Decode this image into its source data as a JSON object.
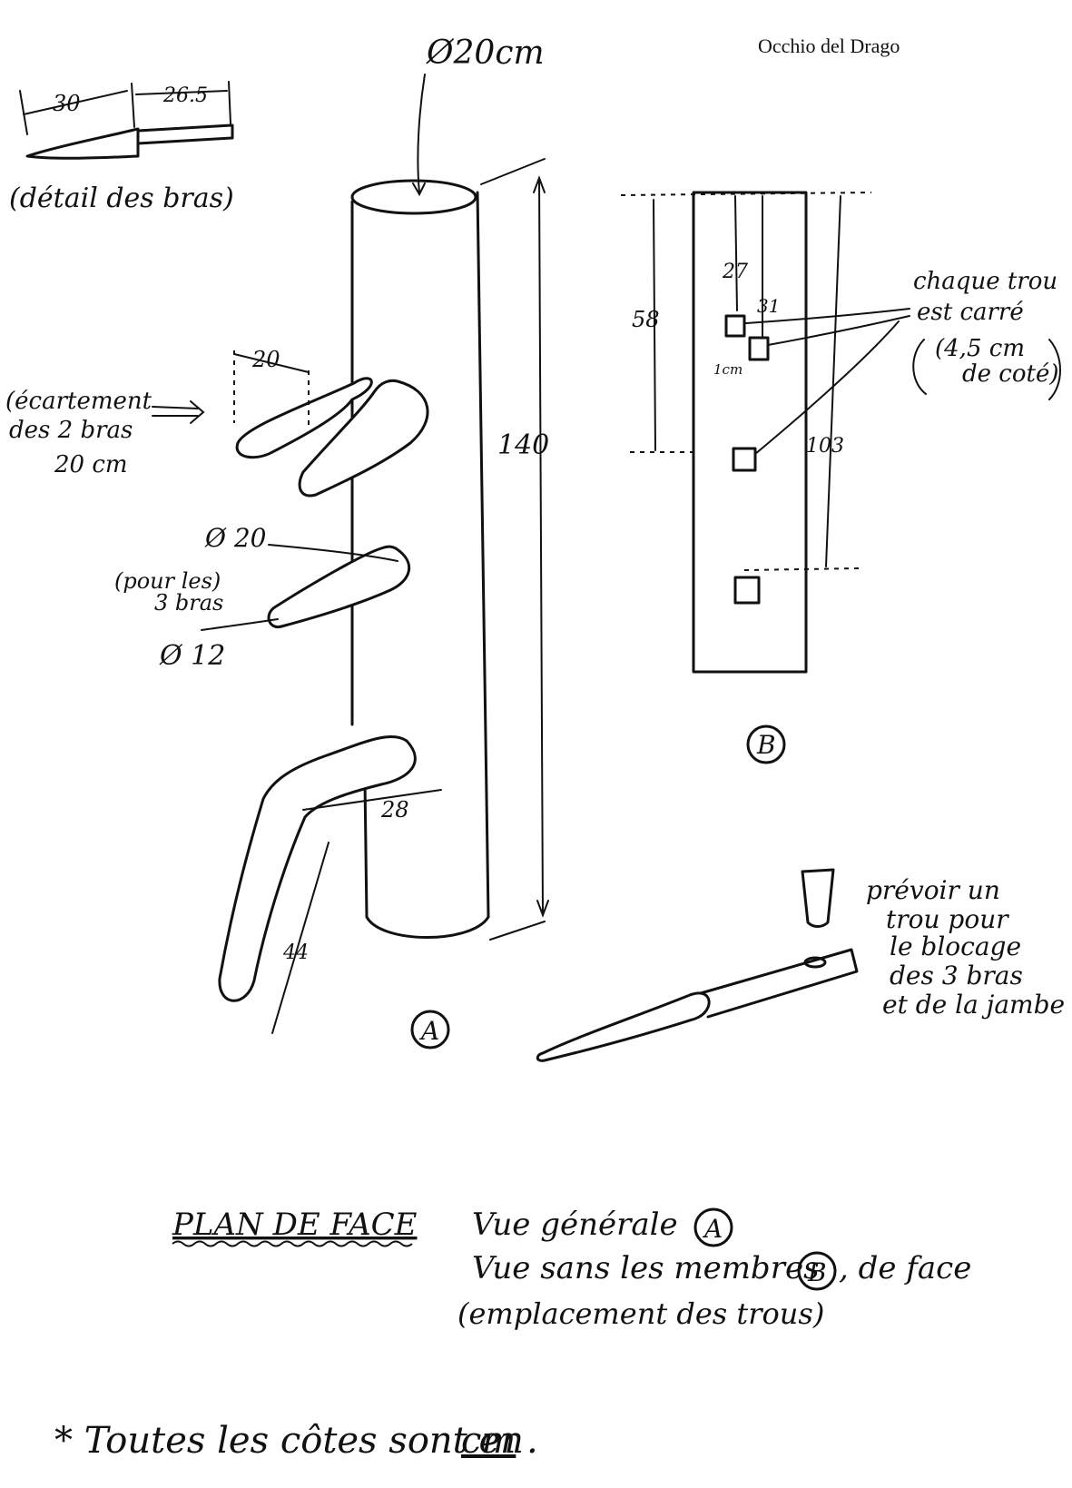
{
  "header": {
    "brand": "Occhio del Drago"
  },
  "arm_detail": {
    "dim_30": "30",
    "dim_26_5": "26.5",
    "caption": "(détail des bras)"
  },
  "view_a": {
    "top_diameter": "Ø20cm",
    "height": "140",
    "arm_spacing_dim": "20",
    "spacing_note": [
      "(écartement",
      "des 2 bras",
      "20 cm"
    ],
    "dia_20": "Ø 20",
    "note_3_arms": [
      "(pour les)",
      "3 bras"
    ],
    "dia_12": "Ø 12",
    "leg_28": "28",
    "leg_44": "44",
    "label": "A"
  },
  "view_b": {
    "dim_27": "27",
    "dim_31": "31",
    "dim_58": "58",
    "dim_1cm": "1cm",
    "dim_103": "103",
    "hole_note": [
      "chaque trou",
      "est carré",
      "(4,5 cm",
      "de coté)"
    ],
    "label": "B"
  },
  "peg_note": [
    "prévoir un",
    "trou pour",
    "le blocage",
    "des 3 bras",
    "et de la jambe"
  ],
  "legend": {
    "title": "PLAN DE FACE",
    "line1": "Vue générale",
    "line1_ref": "A",
    "line2": "Vue sans les membres",
    "line2_ref": "B",
    "line2_suffix": ", de face",
    "line3": "(emplacement des trous)"
  },
  "footnote": {
    "prefix": "* Toutes les côtes sont en",
    "unit": "cm",
    "suffix": "."
  }
}
